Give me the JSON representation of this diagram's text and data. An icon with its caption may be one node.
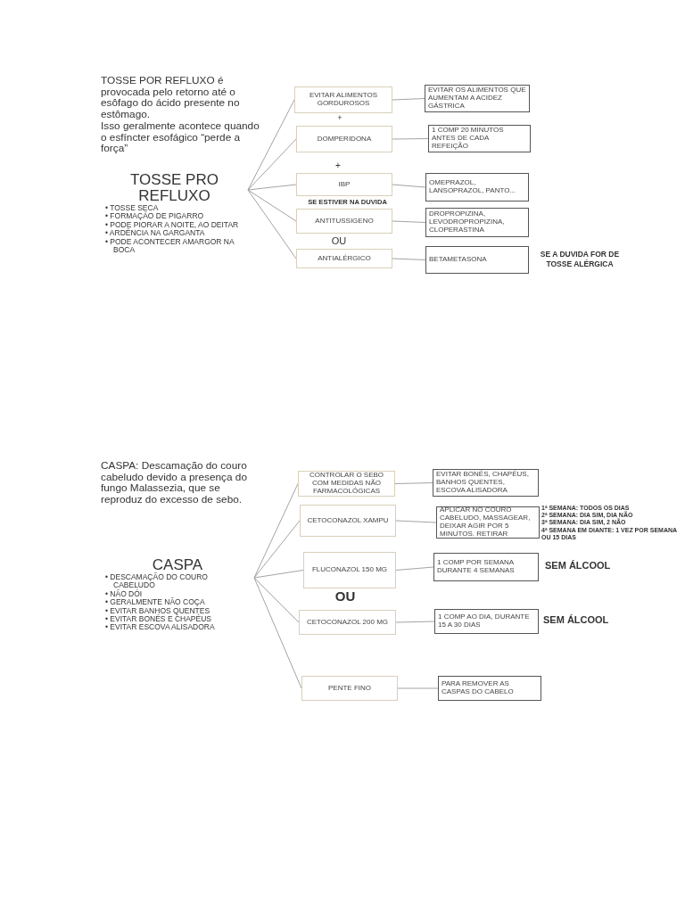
{
  "diagram": {
    "nodes": [
      {
        "text": [
          "TOSSE PRO REFLUXO",
          "• TOSSE SECA",
          "• FORMAÇÃO DE PIGARRO",
          "• PODE PIORAR A NOITE, AO DEITAR",
          "• ARDÊNCIA NA GARGANTA",
          "• PODE ACONTECER AMARGOR NA BOCA"
        ]
      },
      {
        "text": [
          "EVITAR ALIMENTOS GORDUROSOS"
        ]
      },
      {
        "text": [
          "EVITAR OS ALIMENTOS QUE AUMENTAM A ACIDEZ GÁSTRICA"
        ]
      },
      {
        "text": [
          "DOMPERIDONA"
        ]
      },
      {
        "text": [
          "1 COMP 20 MINUTOS ANTES DE CADA REFEIÇÃO"
        ]
      },
      {
        "text": [
          "IBP"
        ]
      },
      {
        "text": [
          "OMEPRAZOL, LANSOPRAZOL, PANTO..."
        ]
      },
      {
        "text": [
          "ANTITUSSIGENO"
        ]
      },
      {
        "text": [
          "DROPROPIZINA, LEVODROPROPIZINA, CLOPERASTINA"
        ]
      },
      {
        "text": [
          "ANTIALÉRGICO"
        ]
      },
      {
        "text": [
          "BETAMETASONA"
        ],
        "beside": [
          "SE A DUVIDA FOR DE TOSSE ALÉRGICA"
        ]
      },
      {
        "text": [
          "CASPA",
          "• DESCAMAÇÃO DO COURO CABELUDO",
          "• NÃO DÓI",
          "• GERALMENTE NÃO COÇA",
          "• EVITAR BANHOS QUENTES",
          "• EVITAR BONÉS E CHAPÉUS",
          "• EVITAR ESCOVA ALISADORA"
        ]
      },
      {
        "text": [
          "CONTROLAR O SEBO COM MEDIDAS NÃO FARMACOLÓGICAS"
        ]
      },
      {
        "text": [
          "EVITAR BONÉS, CHAPÉUS, BANHOS QUENTES, ESCOVA ALISADORA"
        ]
      },
      {
        "text": [
          "CETOCONAZOL XAMPU"
        ]
      },
      {
        "text": [
          "APLICAR NO COURO CABELUDO, MASSAGEAR, DEIXAR AGIR POR 5 MINUTOS. RETIRAR"
        ],
        "beside": [
          "1ª SEMANA: TODOS OS DIAS",
          "2ª SEMANA: DIA SIM, DIA NÃO",
          "3ª SEMANA: DIA SIM, 2 NÃO",
          "4ª SEMANA EM DIANTE: 1 VEZ POR SEMANA OU 15 DIAS"
        ]
      },
      {
        "text": [
          "FLUCONAZOL 150 MG"
        ]
      },
      {
        "text": [
          "1 COMP POR SEMANA DURANTE 4 SEMANAS"
        ],
        "beside": [
          "SEM ÁLCOOL"
        ]
      },
      {
        "text": [
          "CETOCONAZOL 200 MG"
        ]
      },
      {
        "text": [
          "1 COMP AO DIA, DURANTE 15 A 30 DIAS"
        ],
        "beside": [
          "SEM ÁLCOOL"
        ]
      },
      {
        "text": [
          "PENTE FINO"
        ]
      },
      {
        "text": [
          "PARA REMOVER AS CASPAS DO CABELO"
        ]
      }
    ],
    "edges": [
      {
        "from": 0,
        "to": 1,
        "arrow": "none"
      },
      {
        "from": 1,
        "to": 2,
        "arrow": "none"
      },
      {
        "from": 0,
        "to": 3,
        "arrow": "none"
      },
      {
        "from": 3,
        "to": 4,
        "arrow": "none"
      },
      {
        "from": 0,
        "to": 5,
        "arrow": "none"
      },
      {
        "from": 5,
        "to": 6,
        "arrow": "none"
      },
      {
        "from": 0,
        "to": 7,
        "arrow": "none"
      },
      {
        "from": 7,
        "to": 8,
        "arrow": "none"
      },
      {
        "from": 0,
        "to": 9,
        "arrow": "none"
      },
      {
        "from": 9,
        "to": 10,
        "arrow": "none"
      },
      {
        "from": 11,
        "to": 12,
        "arrow": "none"
      },
      {
        "from": 12,
        "to": 13,
        "arrow": "none"
      },
      {
        "from": 11,
        "to": 14,
        "arrow": "none"
      },
      {
        "from": 14,
        "to": 15,
        "arrow": "none"
      },
      {
        "from": 11,
        "to": 16,
        "arrow": "none"
      },
      {
        "from": 16,
        "to": 17,
        "arrow": "none"
      },
      {
        "from": 11,
        "to": 18,
        "arrow": "none"
      },
      {
        "from": 18,
        "to": 19,
        "arrow": "none"
      },
      {
        "from": 11,
        "to": 20,
        "arrow": "none"
      },
      {
        "from": 20,
        "to": 21,
        "arrow": "none"
      }
    ],
    "labels": [
      "TOSSE POR REFLUXO é provocada pelo retorno até o esôfago do ácido presente no estômago.",
      "Isso geralmente acontece quando o esfíncter esofágico “perde a força”",
      "+",
      "+",
      "SE ESTIVER NA DUVIDA",
      "OU",
      "CASPA: Descamação do couro cabeludo devido a presença do fungo Malassezia, que se reproduz do excesso de sebo.",
      "OU"
    ]
  }
}
